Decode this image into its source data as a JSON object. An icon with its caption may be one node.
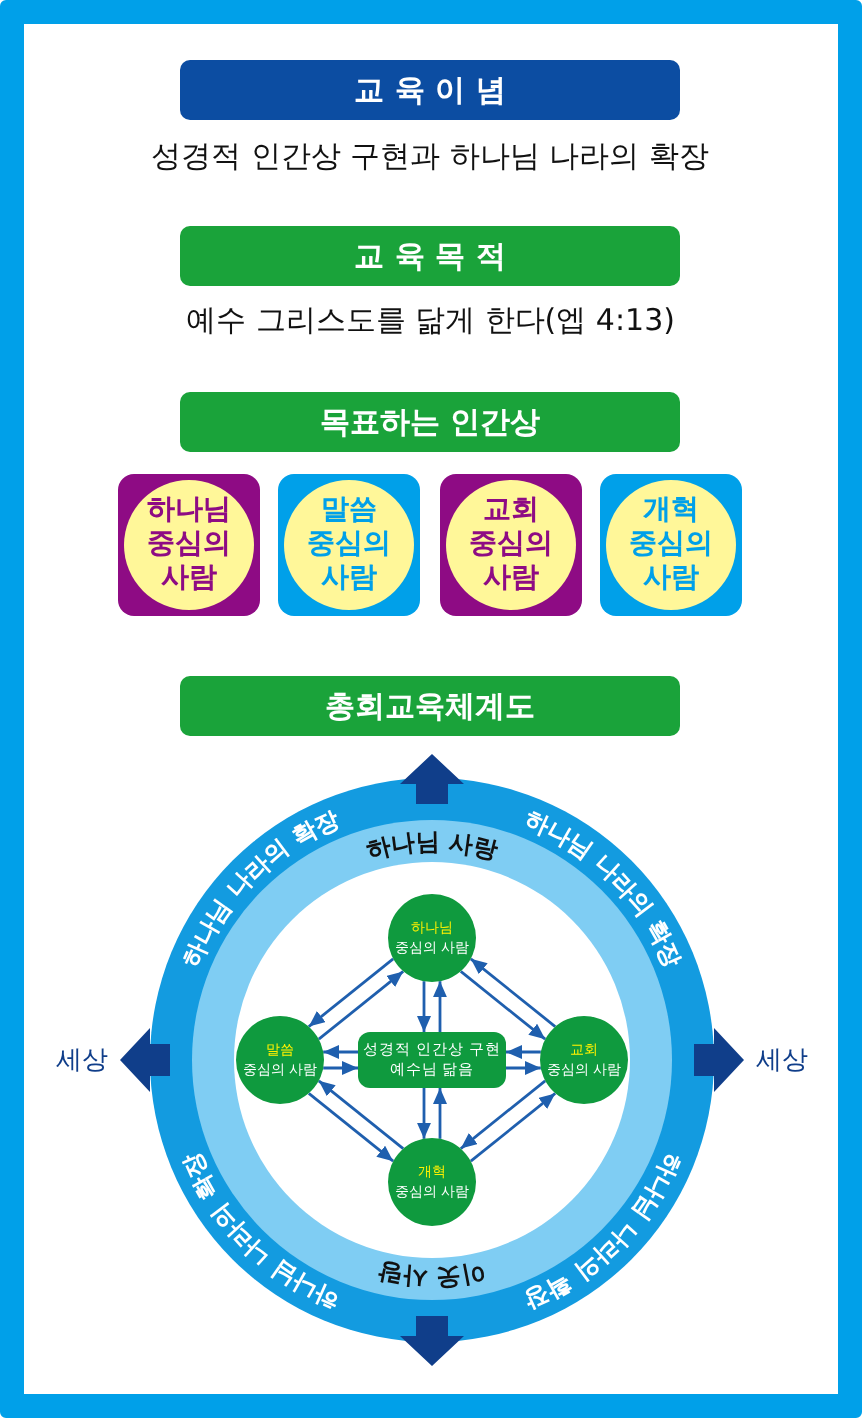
{
  "diagram": {
    "nodes": [
      {
        "text": [
          "교 육 이 념"
        ]
      },
      {
        "text": [
          "교 육 목 적"
        ]
      },
      {
        "text": [
          "목표하는 인간상"
        ]
      },
      {
        "text": [
          "하나님 중심의 사람"
        ]
      },
      {
        "text": [
          "말씀 중심의 사람"
        ]
      },
      {
        "text": [
          "교회 중심의 사람"
        ]
      },
      {
        "text": [
          "개혁 중심의 사람"
        ]
      },
      {
        "text": [
          "총회교육체계도"
        ]
      },
      {
        "text": [
          "하나님",
          "중심의 사람"
        ]
      },
      {
        "text": [
          "말씀",
          "중심의 사람"
        ]
      },
      {
        "text": [
          "성경적 인간상 구현",
          "예수님 닮음"
        ]
      },
      {
        "text": [
          "교회",
          "중심의 사람"
        ]
      },
      {
        "text": [
          "개혁",
          "중심의 사람"
        ]
      }
    ],
    "edges": [
      {
        "from": 8,
        "to": 9,
        "arrow": "to"
      },
      {
        "from": 9,
        "to": 8,
        "arrow": "to"
      },
      {
        "from": 8,
        "to": 11,
        "arrow": "to"
      },
      {
        "from": 11,
        "to": 8,
        "arrow": "to"
      },
      {
        "from": 9,
        "to": 12,
        "arrow": "to"
      },
      {
        "from": 12,
        "to": 9,
        "arrow": "to"
      },
      {
        "from": 11,
        "to": 12,
        "arrow": "to"
      },
      {
        "from": 12,
        "to": 11,
        "arrow": "to"
      },
      {
        "from": 8,
        "to": 10,
        "arrow": "to"
      },
      {
        "from": 10,
        "to": 8,
        "arrow": "to"
      },
      {
        "from": 10,
        "to": 12,
        "arrow": "to"
      },
      {
        "from": 12,
        "to": 10,
        "arrow": "to"
      },
      {
        "from": 10,
        "to": 9,
        "arrow": "to"
      },
      {
        "from": 9,
        "to": 10,
        "arrow": "to"
      },
      {
        "from": 10,
        "to": 11,
        "arrow": "to"
      },
      {
        "from": 11,
        "to": 10,
        "arrow": "to"
      }
    ],
    "labels": [
      "성경적 인간상 구현과 하나님 나라의 확장",
      "예수 그리스도를 닮게 한다(엡 4:13)",
      "하나님 나라의 확장",
      "하나님 사랑",
      "하나님 나라의 확장",
      "세상",
      "세상",
      "하나님 나라의 확장",
      "이웃 사랑",
      "하나님 나라의 확장"
    ]
  }
}
